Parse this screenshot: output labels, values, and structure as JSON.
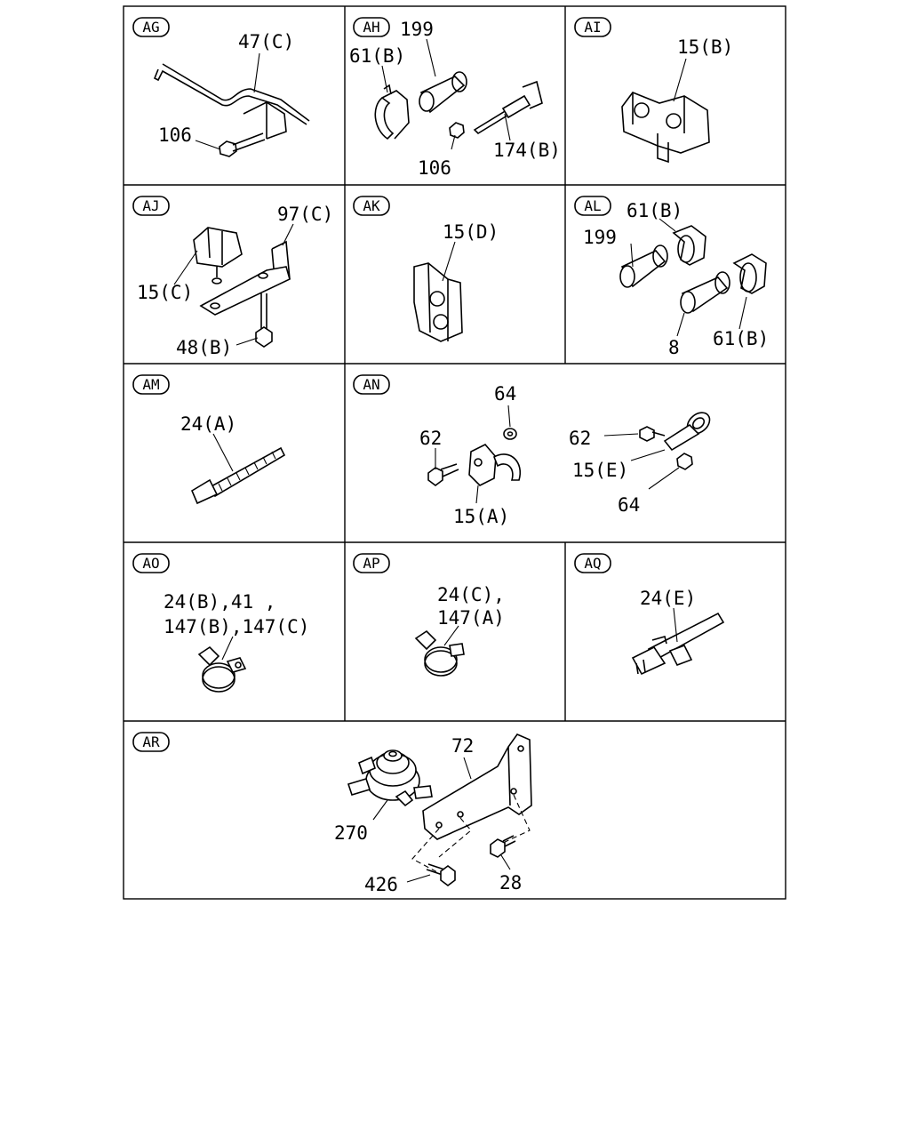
{
  "panels": [
    {
      "id": "AG",
      "parts": [
        "47(C)",
        "106"
      ]
    },
    {
      "id": "AH",
      "parts": [
        "199",
        "61(B)",
        "106",
        "174(B)"
      ]
    },
    {
      "id": "AI",
      "parts": [
        "15(B)"
      ]
    },
    {
      "id": "AJ",
      "parts": [
        "97(C)",
        "15(C)",
        "48(B)"
      ]
    },
    {
      "id": "AK",
      "parts": [
        "15(D)"
      ]
    },
    {
      "id": "AL",
      "parts": [
        "61(B)",
        "199",
        "8",
        "61(B)"
      ]
    },
    {
      "id": "AM",
      "parts": [
        "24(A)"
      ]
    },
    {
      "id": "AN",
      "parts": [
        "64",
        "62",
        "15(A)",
        "62",
        "15(E)",
        "64"
      ]
    },
    {
      "id": "AO",
      "parts": [
        "24(B),41 ,",
        "147(B),147(C)"
      ]
    },
    {
      "id": "AP",
      "parts": [
        "24(C),",
        "147(A)"
      ]
    },
    {
      "id": "AQ",
      "parts": [
        "24(E)"
      ]
    },
    {
      "id": "AR",
      "parts": [
        "72",
        "270",
        "426",
        "28"
      ]
    }
  ]
}
